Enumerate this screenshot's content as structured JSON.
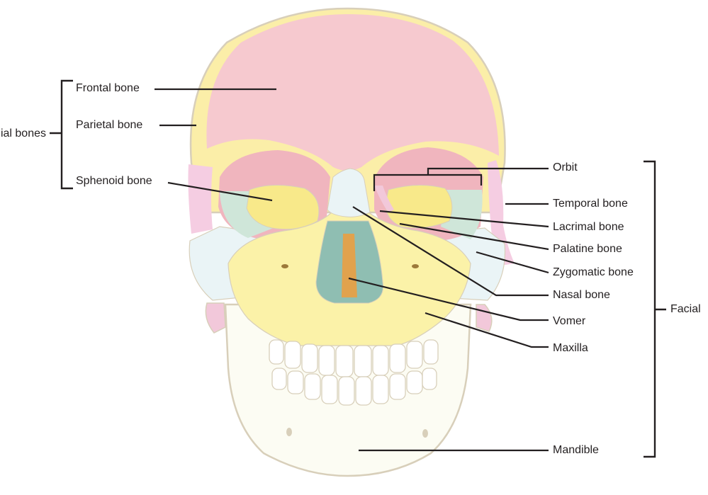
{
  "groups": {
    "cranial": "Cranial bones",
    "facial": "Facial"
  },
  "labels": {
    "frontal": "Frontal bone",
    "parietal": "Parietal bone",
    "sphenoid": "Sphenoid bone",
    "orbit": "Orbit",
    "temporal": "Temporal bone",
    "lacrimal": "Lacrimal bone",
    "palatine": "Palatine bone",
    "zygomatic": "Zygomatic bone",
    "nasal": "Nasal bone",
    "vomer": "Vomer",
    "maxilla": "Maxilla",
    "mandible": "Mandible"
  },
  "colors": {
    "frontal": "#f6c9cf",
    "parietal": "#fbeea8",
    "sphenoid": "#f8e98a",
    "temporal": "#f5cde2",
    "zygomatic": "#eaf4f6",
    "maxilla": "#fbf2a8",
    "nasal": "#eaf4f6",
    "vomer": "#e1a24d",
    "lacrimal": "#f2c8da",
    "palatine": "#cfe6d9",
    "mandible": "#fcfcf3",
    "outline": "#d8cfba",
    "leader": "#231f20"
  }
}
